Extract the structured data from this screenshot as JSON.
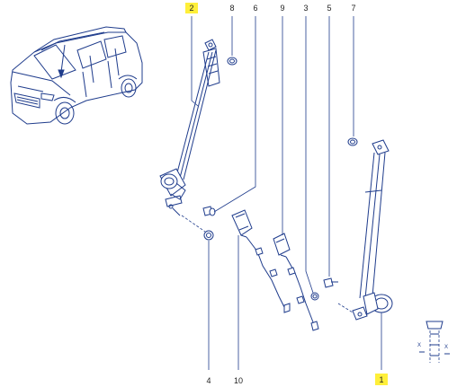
{
  "callouts": [
    {
      "id": "1",
      "highlighted": true
    },
    {
      "id": "2",
      "highlighted": true
    },
    {
      "id": "3",
      "highlighted": false
    },
    {
      "id": "4",
      "highlighted": false
    },
    {
      "id": "5",
      "highlighted": false
    },
    {
      "id": "6",
      "highlighted": false
    },
    {
      "id": "7",
      "highlighted": false
    },
    {
      "id": "8",
      "highlighted": false
    },
    {
      "id": "9",
      "highlighted": false
    },
    {
      "id": "10",
      "highlighted": false
    }
  ],
  "legend": {
    "axis_x": "X",
    "axis_x2": "X"
  },
  "colors": {
    "line": "#1f3c8c",
    "highlight": "#ffef3a",
    "text": "#222222",
    "background": "#ffffff"
  }
}
